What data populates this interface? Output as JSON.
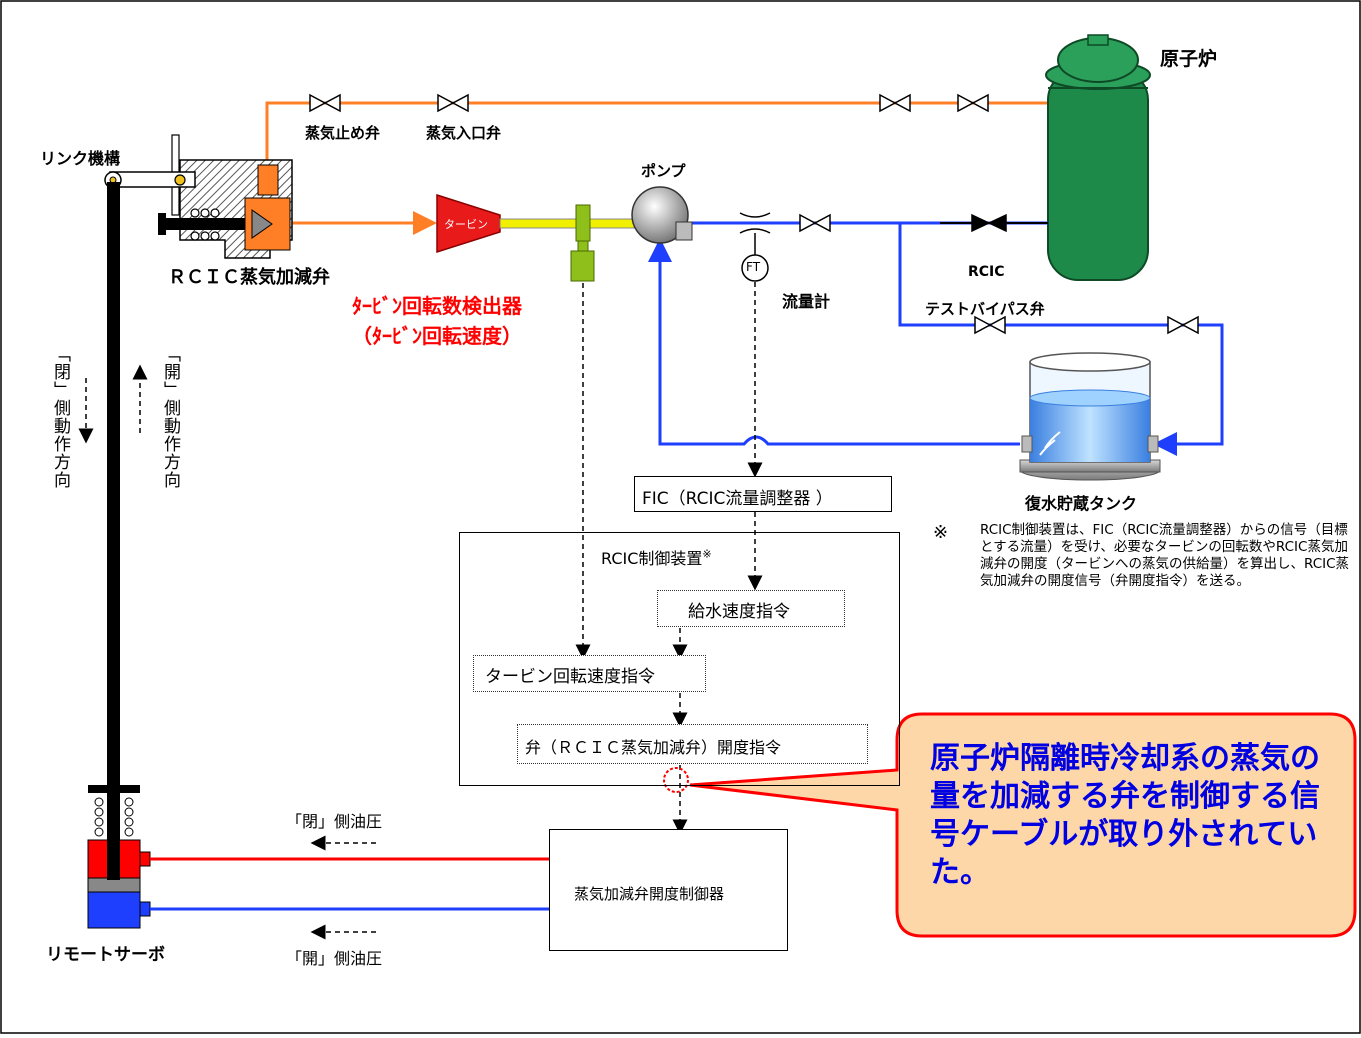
{
  "labels": {
    "reactor": "原子炉",
    "steam_stop_valve": "蒸気止め弁",
    "steam_inlet_valve": "蒸気入口弁",
    "link_mechanism": "リンク機構",
    "pump": "ポンプ",
    "turbine": "タービン",
    "rcic_valve": "ＲＣＩＣ蒸気加減弁",
    "speed_detector_1": "ﾀｰﾋﾞﾝ回転数検出器",
    "speed_detector_2": "（ﾀｰﾋﾞﾝ回転速度）",
    "ft": "FT",
    "flow_meter": "流量計",
    "rcic": "RCIC",
    "test_bypass": "テストバイパス弁",
    "tank": "復水貯蔵タンク",
    "close_dir": "「閉」側動作方向",
    "open_dir": "「開」側動作方向",
    "fic": "FIC（RCIC流量調整器 ）",
    "controller": "RCIC制御装置",
    "controller_mark": "※",
    "feed_cmd": "給水速度指令",
    "turbine_cmd": "タービン回転速度指令",
    "valve_cmd": "弁（ＲＣＩＣ蒸気加減弁）開度指令",
    "close_oil": "「閉」側油圧",
    "open_oil": "「開」側油圧",
    "valve_controller": "蒸気加減弁開度制御器",
    "remote_servo": "リモートサーボ",
    "note_mark": "※",
    "note": "RCIC制御装置は、FIC（RCIC流量調整器）からの信号（目標とする流量）を受け、必要なタービンの回転数やRCIC蒸気加減弁の開度（タービンへの蒸気の供給量）を算出し、RCIC蒸気加減弁の開度信号（弁開度指令）を送る。",
    "callout": "原子炉隔離時冷却系の蒸気の量を加減する弁を制御する信号ケーブルが取り外されていた。"
  },
  "colors": {
    "steam": "#ff7f27",
    "water": "#1f3fff",
    "reactor": "#1e8a4a",
    "callout_fill": "#fdd7a8",
    "callout_border": "#ff0000",
    "callout_text": "#0000e0",
    "oil_close": "#ff0000",
    "oil_open": "#1f3fff"
  }
}
